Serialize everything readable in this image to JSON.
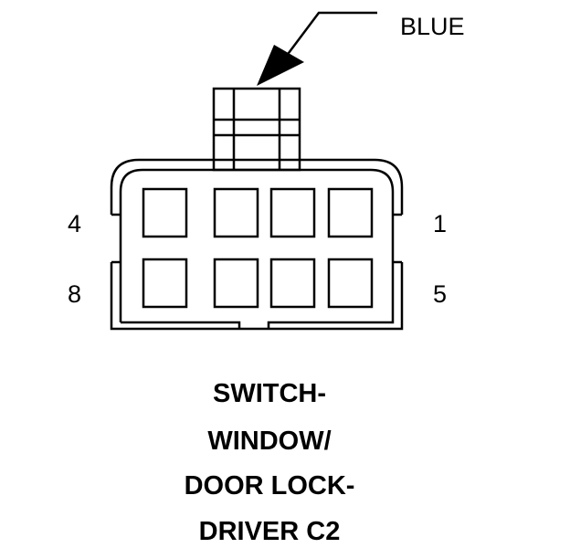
{
  "diagram": {
    "color_label": "BLUE",
    "pin_labels": {
      "top_left": "4",
      "top_right": "1",
      "bottom_left": "8",
      "bottom_right": "5"
    },
    "title_lines": [
      "SWITCH-",
      "WINDOW/",
      "DOOR LOCK-",
      "DRIVER C2"
    ],
    "line_color": "#000000",
    "background": "#ffffff"
  }
}
